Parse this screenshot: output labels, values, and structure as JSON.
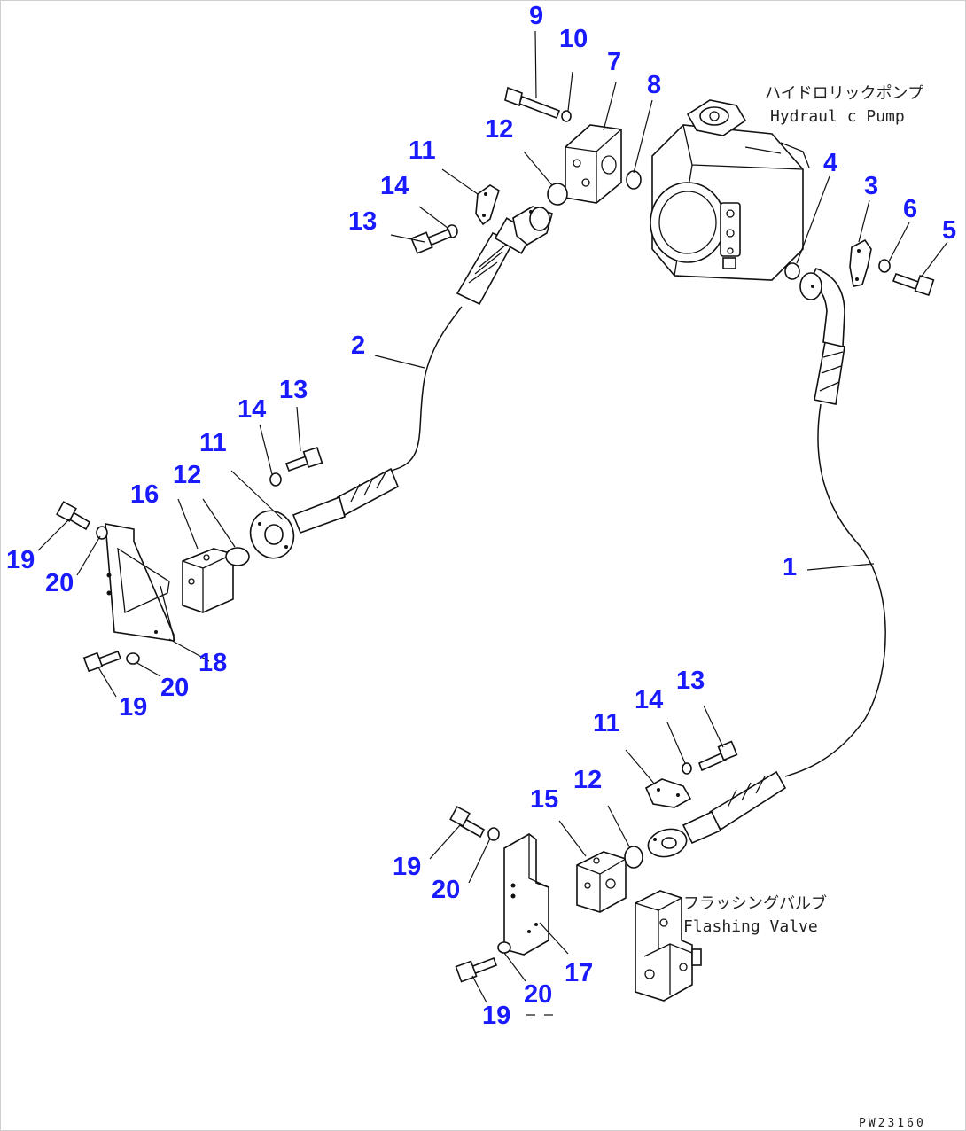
{
  "labels": {
    "pump_jp": "ハイドロリックポンプ",
    "pump_en": "Hydraul c Pump",
    "valve_jp": "フラッシングバルブ",
    "valve_en": "Flashing Valve",
    "code": "PW23160"
  },
  "callout_color": "#1a1aff",
  "callouts": [
    {
      "id": "c9",
      "text": "9"
    },
    {
      "id": "c10a",
      "text": "10"
    },
    {
      "id": "c7",
      "text": "7"
    },
    {
      "id": "c8",
      "text": "8"
    },
    {
      "id": "c12a",
      "text": "12"
    },
    {
      "id": "c11a",
      "text": "11"
    },
    {
      "id": "c14a",
      "text": "14"
    },
    {
      "id": "c13a",
      "text": "13"
    },
    {
      "id": "c4",
      "text": "4"
    },
    {
      "id": "c3",
      "text": "3"
    },
    {
      "id": "c6",
      "text": "6"
    },
    {
      "id": "c5",
      "text": "5"
    },
    {
      "id": "c2",
      "text": "2"
    },
    {
      "id": "c13b",
      "text": "13"
    },
    {
      "id": "c14b",
      "text": "14"
    },
    {
      "id": "c11b",
      "text": "11"
    },
    {
      "id": "c16",
      "text": "16"
    },
    {
      "id": "c12b",
      "text": "12"
    },
    {
      "id": "c19a",
      "text": "19"
    },
    {
      "id": "c20a",
      "text": "20"
    },
    {
      "id": "c18",
      "text": "18"
    },
    {
      "id": "c20b",
      "text": "20"
    },
    {
      "id": "c19b",
      "text": "19"
    },
    {
      "id": "c1",
      "text": "1"
    },
    {
      "id": "c13c",
      "text": "13"
    },
    {
      "id": "c14c",
      "text": "14"
    },
    {
      "id": "c11c",
      "text": "11"
    },
    {
      "id": "c12c",
      "text": "12"
    },
    {
      "id": "c15",
      "text": "15"
    },
    {
      "id": "c19c",
      "text": "19"
    },
    {
      "id": "c20c",
      "text": "20"
    },
    {
      "id": "c17",
      "text": "17"
    },
    {
      "id": "c20d",
      "text": "20"
    },
    {
      "id": "c19d",
      "text": "19"
    }
  ]
}
